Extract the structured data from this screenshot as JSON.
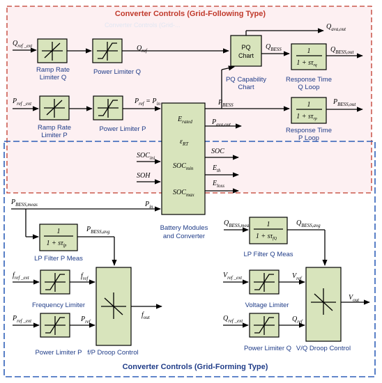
{
  "titles": {
    "grid_following": "Converter Controls (Grid-Following Type)",
    "grid_forming": "Converter Controls (Grid-Forming Type)",
    "faint_label": "Converter Controls (Grid-..."
  },
  "blocks": {
    "ramp_q": "Ramp Rate",
    "ramp_q2": "Limiter Q",
    "power_lim_q": "Power Limiter Q",
    "pq_chart": "PQ",
    "pq_chart2": "Chart",
    "pq_cap": "PQ Capability",
    "pq_cap2": "Chart",
    "resp_q": "Response Time",
    "resp_q2": "Q Loop",
    "ramp_p": "Ramp Rate",
    "ramp_p2": "Limiter P",
    "power_lim_p": "Power Limiter P",
    "resp_p": "Response Time",
    "resp_p2": "P Loop",
    "battery": "Battery Modules",
    "battery2": "and Converter",
    "lp_p": "LP Filter P Meas",
    "lp_q": "LP Filter Q Meas",
    "freq_lim": "Frequency Limiter",
    "power_lim_p2": "Power Limiter P",
    "fp_droop": "f/P Droop Control",
    "volt_lim": "Voltage Limiter",
    "power_lim_q2": "Power Limiter Q",
    "vq_droop": "V/Q Droop Control",
    "tf_num": "1",
    "tf_den": "1 + sτ"
  },
  "signals": {
    "q_ref_ext": "Q",
    "q_ref_ext_sub": "ref _ext",
    "q_ref": "Q",
    "q_ref_sub": "ref",
    "q_ava_out": "Q",
    "q_ava_out_sub": "ava,out",
    "q_bess": "Q",
    "q_bess_sub": "BESS",
    "q_bess_out": "Q",
    "q_bess_out_sub": "BESS,out",
    "p_ref_ext": "P",
    "p_ref_ext_sub": "ref _ext",
    "p_ref_eq": "P",
    "p_ref_eq_sub": "ref",
    "p_ref_eq_tail": " = P",
    "p_ref_eq_tail_sub": "in",
    "p_bess": "P",
    "p_bess_sub": "BESS",
    "p_bess_out": "P",
    "p_bess_out_sub": "BESS,out",
    "p_ava_out": "P",
    "p_ava_out_sub": "ava,out",
    "e_rated": "E",
    "e_rated_sub": "rated",
    "eps_rt": "ε",
    "eps_rt_sub": "RT",
    "soc_min": "SOC",
    "soc_min_sub": "min",
    "soc_max": "SOC",
    "soc_max_sub": "max",
    "soc_ini": "SOC",
    "soc_ini_sub": "ini",
    "soh": "SOH",
    "soc_out": "SOC",
    "e_th": "E",
    "e_th_sub": "th",
    "e_loss": "E",
    "e_loss_sub": "loss",
    "p_bess_meas": "P",
    "p_bess_meas_sub": "BESS,meas",
    "p_in": "P",
    "p_in_sub": "in",
    "p_bess_avg": "P",
    "p_bess_avg_sub": "BESS,avg",
    "q_bess_meas": "Q",
    "q_bess_meas_sub": "BESS,meas",
    "q_bess_avg": "Q",
    "q_bess_avg_sub": "BESS,avg",
    "f_ref_ext": "f",
    "f_ref_ext_sub": "ref _ext",
    "f_ref": "f",
    "f_ref_sub": "ref",
    "f_out": "f",
    "f_out_sub": "out",
    "p_ref_ext2": "P",
    "p_ref_ext2_sub": "ref _ext",
    "p_ref2": "P",
    "p_ref2_sub": "ref",
    "v_ref_ext": "V",
    "v_ref_ext_sub": "ref _ext",
    "v_ref": "V",
    "v_ref_sub": "ref",
    "v_out": "V",
    "v_out_sub": "out",
    "q_ref_ext2": "Q",
    "q_ref_ext2_sub": "ref _ext",
    "q_ref2": "Q",
    "q_ref2_sub": "ref",
    "tau_rq": "rq",
    "tau_rp": "rp",
    "tau_fp": "fp",
    "tau_fq": "fQ"
  },
  "colors": {
    "block_fill": "#d8e4bc",
    "following_border": "#c0392b",
    "forming_border": "#2e5fb8",
    "following_bg": "#fdf0f2"
  }
}
